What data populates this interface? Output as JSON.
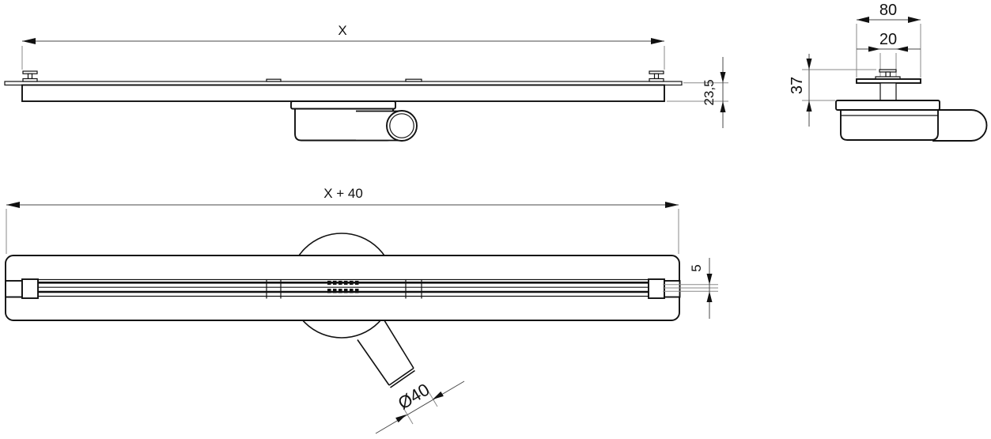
{
  "drawing": {
    "type": "technical-drawing",
    "subject": "linear shower drain with rotatable siphon, three orthographic views",
    "dimensions": {
      "side_length": "X",
      "side_height": "23,5",
      "end_flange_width": "80",
      "end_channel_width": "20",
      "end_height": "37",
      "plan_length": "X + 40",
      "plan_slot_width": "5",
      "plan_pipe_diameter": "Ø40"
    },
    "colors": {
      "background": "#ffffff",
      "part_line": "#111111",
      "dimension_line": "#4a4a4a",
      "extension_line": "#8a8a8a",
      "text": "#111111"
    }
  }
}
